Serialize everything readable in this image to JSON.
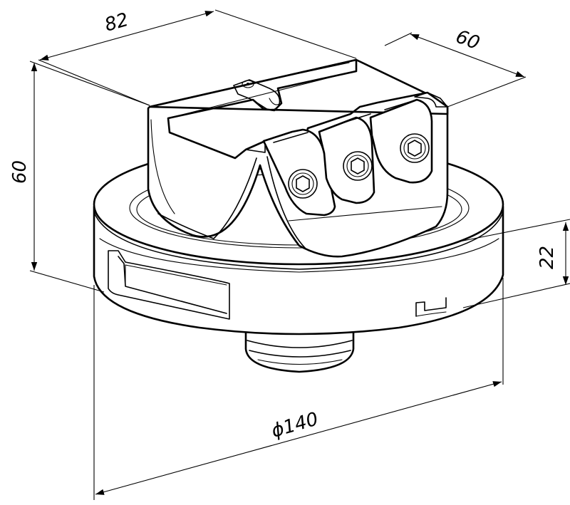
{
  "dimensions": {
    "width_top": "82",
    "depth_top": "60",
    "height_total": "60",
    "base_height": "22",
    "diameter": "ϕ140"
  },
  "colors": {
    "line": "#000000",
    "background": "#ffffff"
  }
}
